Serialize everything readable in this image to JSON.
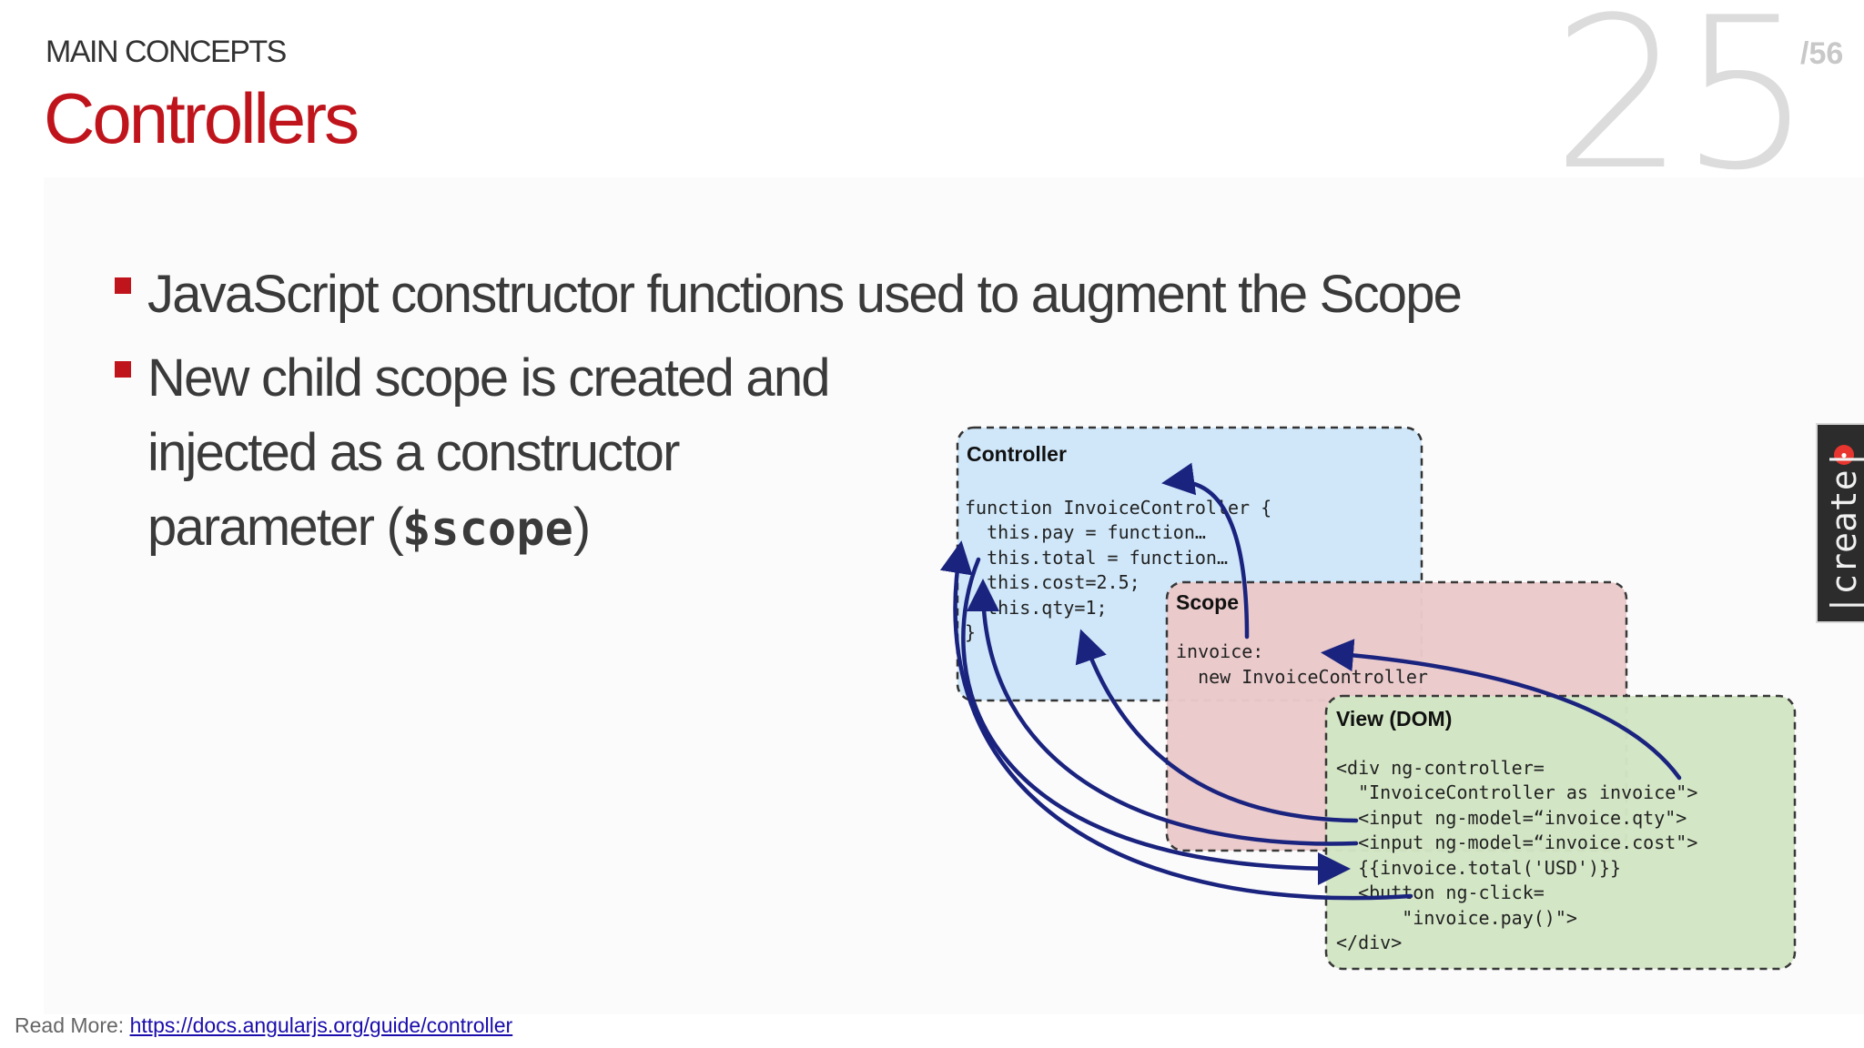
{
  "header": {
    "section_label": "MAIN CONCEPTS",
    "title": "Controllers",
    "slide_number": "25",
    "slide_total": "/56"
  },
  "bullets": {
    "item1": "JavaScript constructor functions used to augment the Scope",
    "item2_line1": "New child scope is created and",
    "item2_line2": "injected as a constructor",
    "item2_line3_prefix": "parameter (",
    "item2_code": "$scope",
    "item2_line3_suffix": ")"
  },
  "diagram": {
    "controller_title": "Controller",
    "controller_code": [
      "function InvoiceController {",
      "  this.pay = function…",
      "  this.total = function…",
      "  this.cost=2.5;",
      "  this.qty=1;",
      "}"
    ],
    "scope_title": "Scope",
    "scope_code": [
      "invoice:",
      "  new InvoiceController"
    ],
    "view_title": "View (DOM)",
    "view_code": [
      "<div ng-controller=",
      "  \"InvoiceController as invoice\">",
      "  <input ng-model=“invoice.qty\">",
      "  <input ng-model=“invoice.cost\">",
      "  {{invoice.total('USD')}}",
      "  <button ng-click=",
      "      \"invoice.pay()\">",
      "</div>"
    ],
    "colors": {
      "controller_fill": "#cfe7f9",
      "scope_fill": "#ebcaca",
      "view_fill": "#d2e6c4",
      "arrow": "#1a237e"
    }
  },
  "footer": {
    "read_more_label": "Read More:",
    "read_more_link": "https://docs.angularjs.org/guide/controller"
  },
  "side_tab": {
    "label": "|create|"
  }
}
